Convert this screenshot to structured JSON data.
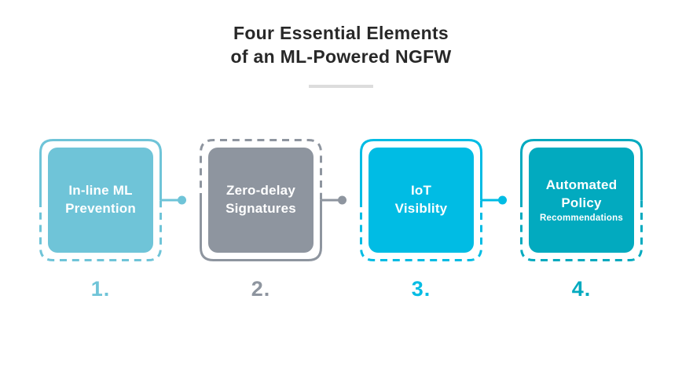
{
  "title": {
    "heading": "Four Essential Elements\nof an ML-Powered NGFW"
  },
  "items": [
    {
      "number": "1.",
      "label": "In-line ML\nPrevention",
      "sublabel": "",
      "color": "#6fc4d8"
    },
    {
      "number": "2.",
      "label": "Zero-delay\nSignatures",
      "sublabel": "",
      "color": "#8e959f"
    },
    {
      "number": "3.",
      "label": "IoT\nVisiblity",
      "sublabel": "",
      "color": "#00bce4"
    },
    {
      "number": "4.",
      "label": "Automated\nPolicy",
      "sublabel": "Recommendations",
      "color": "#02aabf"
    }
  ],
  "colors": {
    "title_text": "#282828",
    "divider": "#dcdcdc",
    "background": "#ffffff",
    "box_text": "#ffffff"
  }
}
